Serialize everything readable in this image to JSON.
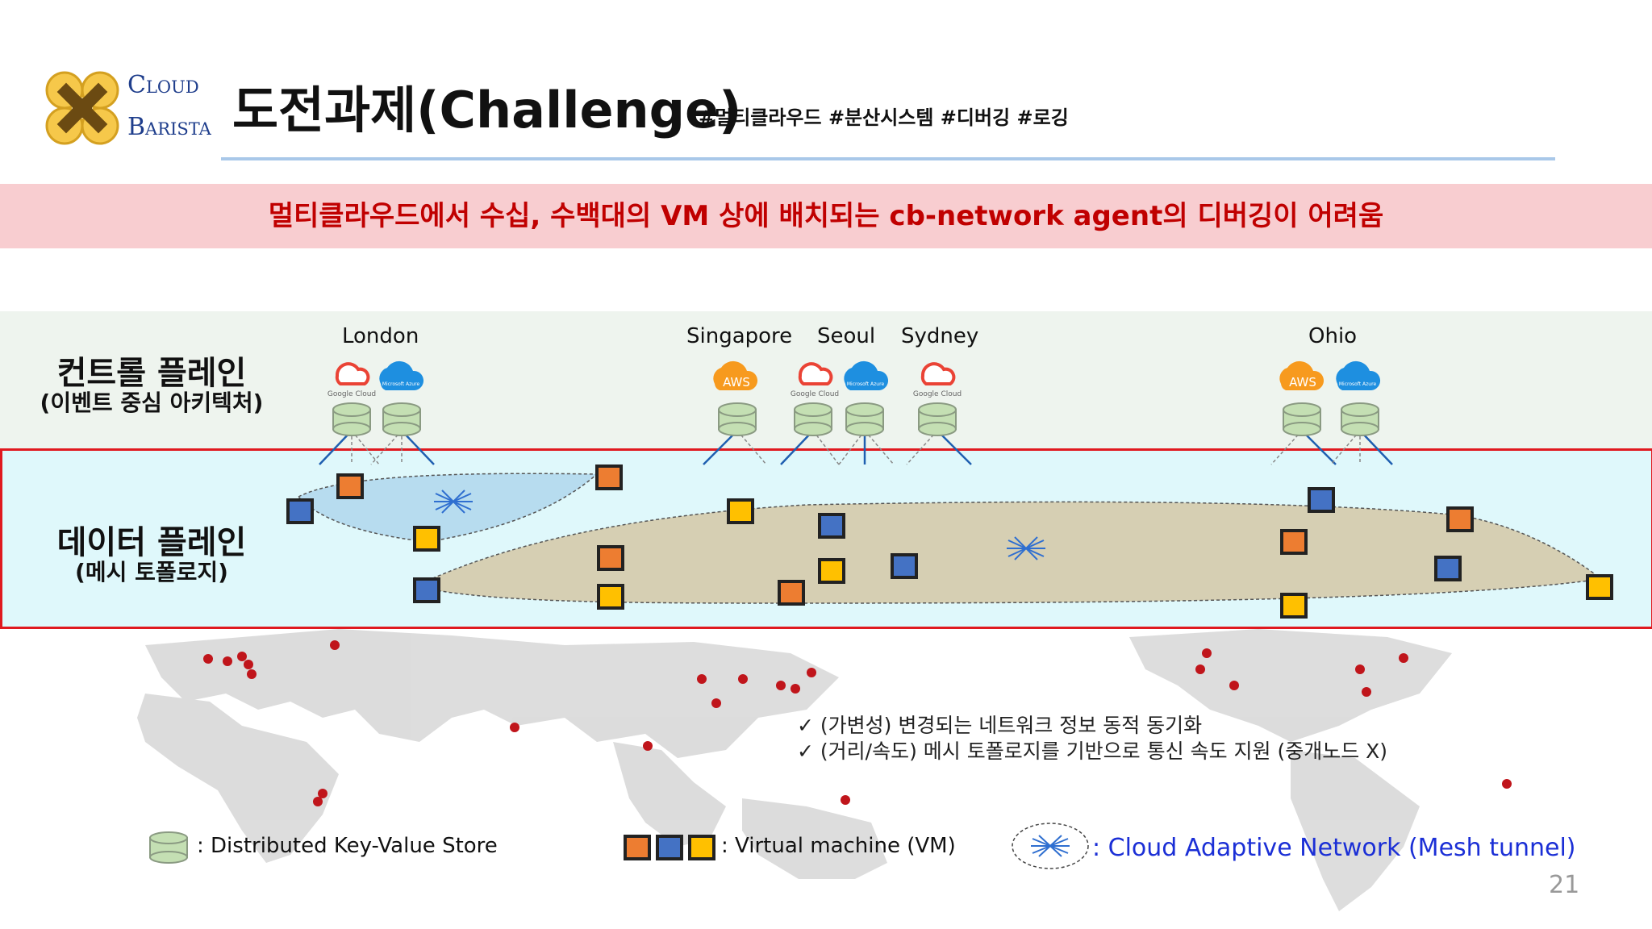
{
  "logo": {
    "cloud": "Cloud",
    "barista": "Barista"
  },
  "header": {
    "title": "도전과제(Challenge)",
    "hashtags": "#멀티클라우드 #분산시스템 #디버깅 #로깅"
  },
  "banner": {
    "text": "멀티클라우드에서 수십, 수백대의 VM 상에 배치되는 cb-network agent의 디버깅이 어려움"
  },
  "control_plane": {
    "title": "컨트롤 플레인",
    "subtitle": "(이벤트 중심 아키텍처)"
  },
  "data_plane": {
    "title": "데이터 플레인",
    "subtitle": "(메시 토폴로지)"
  },
  "cities": [
    "London",
    "Singapore",
    "Seoul",
    "Sydney",
    "Ohio"
  ],
  "providers": {
    "aws": "AWS",
    "gcp": "Google Cloud",
    "azure": "Microsoft Azure"
  },
  "bullets": [
    "(가변성) 변경되는 네트워크 정보 동적 동기화",
    "(거리/속도) 메시 토폴로지를 기반으로 통신 속도 지원 (중개노드 X)"
  ],
  "legend": {
    "kv_store": ": Distributed Key-Value Store",
    "vm": ": Virtual machine (VM)",
    "mesh": ": Cloud Adaptive Network (Mesh tunnel)"
  },
  "colors": {
    "orange": "#ed7d31",
    "blue": "#4472c4",
    "yellow": "#ffc000",
    "red_border": "#e0191f",
    "banner_bg": "#f8cdd0"
  },
  "page_number": "21"
}
